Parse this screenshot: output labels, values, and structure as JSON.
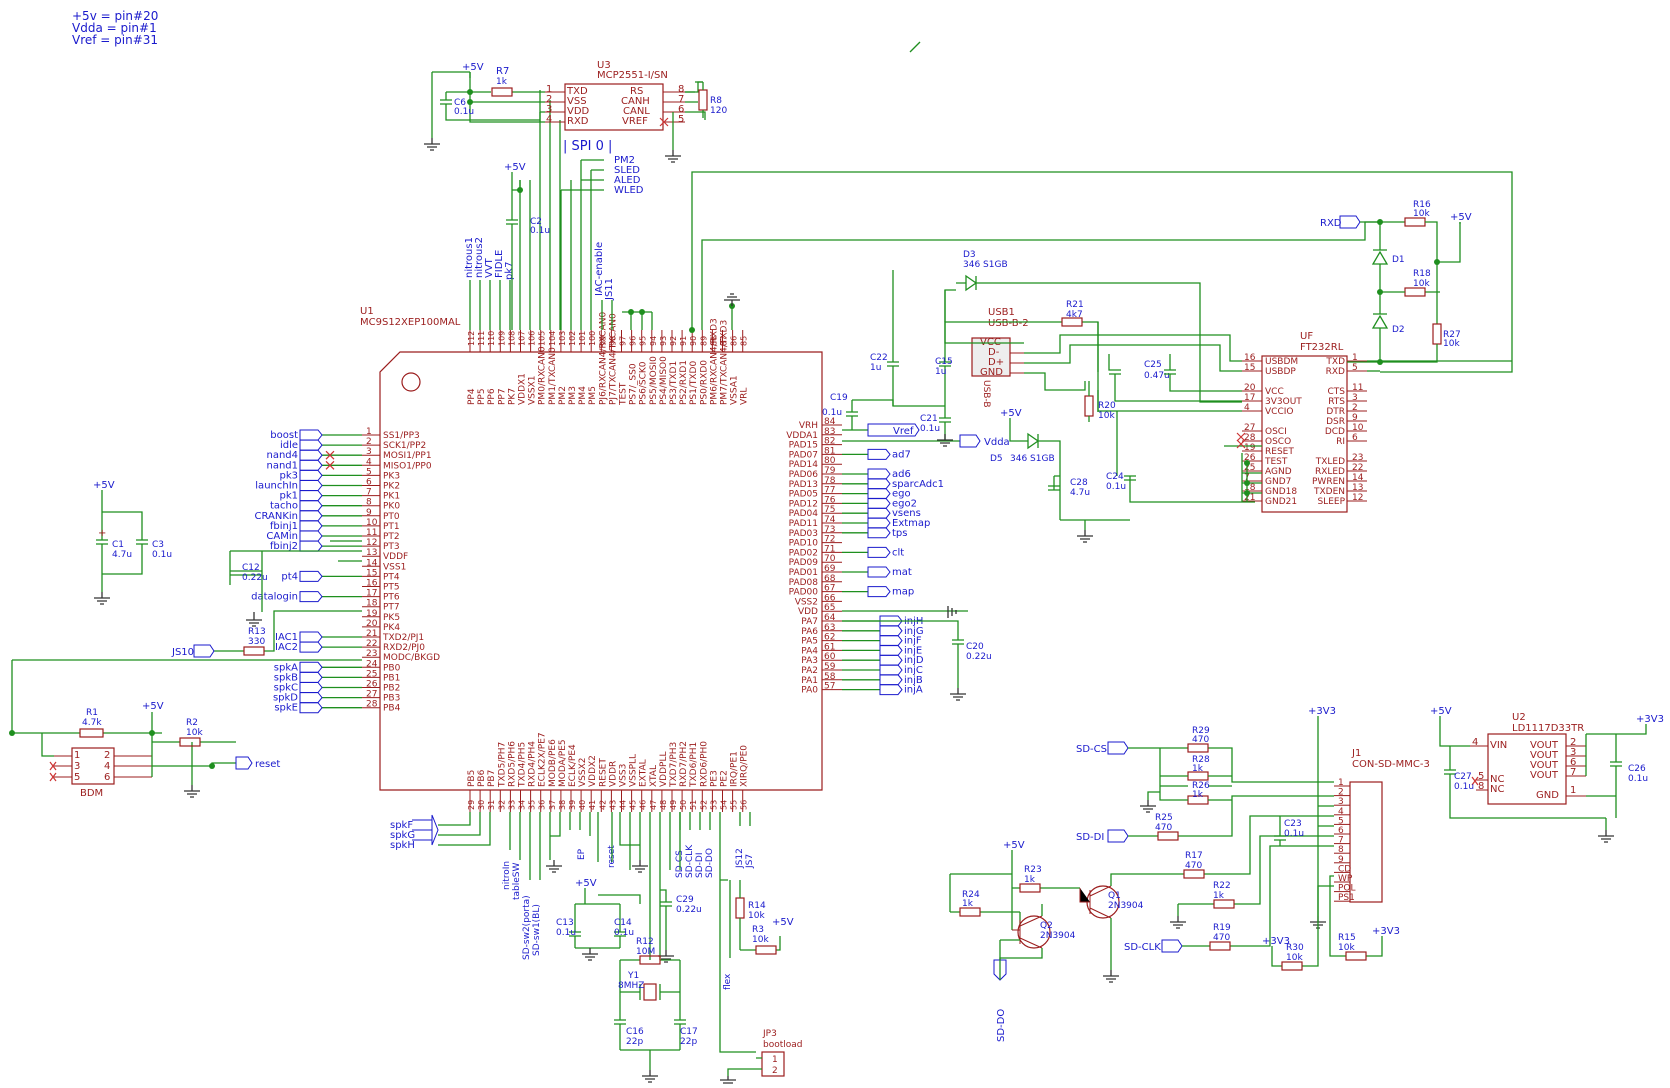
{
  "notes": [
    "+5v = pin#20",
    "Vdda = pin#1",
    "Vref = pin#31"
  ],
  "u1": {
    "ref": "U1",
    "value": "MC9S12XEP100MAL",
    "left_pins": [
      {
        "n": "1",
        "name": "SS1/PP3",
        "net": "boost"
      },
      {
        "n": "2",
        "name": "SCK1/PP2",
        "net": "idle"
      },
      {
        "n": "3",
        "name": "MOSI1/PP1",
        "net": "nand4"
      },
      {
        "n": "4",
        "name": "MISO1/PP0",
        "net": "nand1"
      },
      {
        "n": "5",
        "name": "PK3",
        "net": "pk3"
      },
      {
        "n": "6",
        "name": "PK2",
        "net": "launchIn"
      },
      {
        "n": "7",
        "name": "PK1",
        "net": "pk1"
      },
      {
        "n": "8",
        "name": "PK0",
        "net": "tacho"
      },
      {
        "n": "9",
        "name": "PT0",
        "net": "CRANKin"
      },
      {
        "n": "10",
        "name": "PT1",
        "net": "fbinj1"
      },
      {
        "n": "11",
        "name": "PT2",
        "net": "CAMin"
      },
      {
        "n": "12",
        "name": "PT3",
        "net": "fbinj2"
      },
      {
        "n": "13",
        "name": "VDDF",
        "net": ""
      },
      {
        "n": "14",
        "name": "VSS1",
        "net": ""
      },
      {
        "n": "15",
        "name": "PT4",
        "net": "pt4"
      },
      {
        "n": "16",
        "name": "PT5",
        "net": ""
      },
      {
        "n": "17",
        "name": "PT6",
        "net": "datalogin"
      },
      {
        "n": "18",
        "name": "PT7",
        "net": ""
      },
      {
        "n": "19",
        "name": "PK5",
        "net": ""
      },
      {
        "n": "20",
        "name": "PK4",
        "net": ""
      },
      {
        "n": "21",
        "name": "TXD2/PJ1",
        "net": "IAC1"
      },
      {
        "n": "22",
        "name": "RXD2/PJ0",
        "net": "IAC2"
      },
      {
        "n": "23",
        "name": "MODC/BKGD",
        "net": ""
      },
      {
        "n": "24",
        "name": "PB0",
        "net": "spkA"
      },
      {
        "n": "25",
        "name": "PB1",
        "net": "spkB"
      },
      {
        "n": "26",
        "name": "PB2",
        "net": "spkC"
      },
      {
        "n": "27",
        "name": "PB3",
        "net": "spkD"
      },
      {
        "n": "28",
        "name": "PB4",
        "net": "spkE"
      }
    ],
    "right_pins": [
      {
        "n": "84",
        "name": "VRH",
        "net": "Vref"
      },
      {
        "n": "83",
        "name": "VDDA1",
        "net": "Vdda"
      },
      {
        "n": "82",
        "name": "PAD15",
        "net": ""
      },
      {
        "n": "81",
        "name": "PAD07",
        "net": "ad7"
      },
      {
        "n": "80",
        "name": "PAD14",
        "net": ""
      },
      {
        "n": "79",
        "name": "PAD06",
        "net": "ad6"
      },
      {
        "n": "78",
        "name": "PAD13",
        "net": "sparcAdc1"
      },
      {
        "n": "77",
        "name": "PAD05",
        "net": "ego"
      },
      {
        "n": "76",
        "name": "PAD12",
        "net": "ego2"
      },
      {
        "n": "75",
        "name": "PAD04",
        "net": "vsens"
      },
      {
        "n": "74",
        "name": "PAD11",
        "net": "Extmap"
      },
      {
        "n": "73",
        "name": "PAD03",
        "net": "tps"
      },
      {
        "n": "72",
        "name": "PAD10",
        "net": ""
      },
      {
        "n": "71",
        "name": "PAD02",
        "net": "clt"
      },
      {
        "n": "70",
        "name": "PAD09",
        "net": ""
      },
      {
        "n": "69",
        "name": "PAD01",
        "net": "mat"
      },
      {
        "n": "68",
        "name": "PAD08",
        "net": ""
      },
      {
        "n": "67",
        "name": "PAD00",
        "net": "map"
      },
      {
        "n": "66",
        "name": "VSS2",
        "net": ""
      },
      {
        "n": "65",
        "name": "VDD",
        "net": ""
      },
      {
        "n": "64",
        "name": "PA7",
        "net": "injH"
      },
      {
        "n": "63",
        "name": "PA6",
        "net": "injG"
      },
      {
        "n": "62",
        "name": "PA5",
        "net": "injF"
      },
      {
        "n": "61",
        "name": "PA4",
        "net": "injE"
      },
      {
        "n": "60",
        "name": "PA3",
        "net": "injD"
      },
      {
        "n": "59",
        "name": "PA2",
        "net": "injC"
      },
      {
        "n": "58",
        "name": "PA1",
        "net": "injB"
      },
      {
        "n": "57",
        "name": "PA0",
        "net": "injA"
      }
    ],
    "top_pins": [
      {
        "n": "112",
        "name": "PP4"
      },
      {
        "n": "111",
        "name": "PP5"
      },
      {
        "n": "110",
        "name": "PP6"
      },
      {
        "n": "109",
        "name": "PP7"
      },
      {
        "n": "108",
        "name": "PK7"
      },
      {
        "n": "107",
        "name": "VDDX1"
      },
      {
        "n": "106",
        "name": "VSSX1"
      },
      {
        "n": "105",
        "name": "PM0/RXCAN0"
      },
      {
        "n": "104",
        "name": "PM1/TXCAN0"
      },
      {
        "n": "103",
        "name": "PM2"
      },
      {
        "n": "102",
        "name": "PM3"
      },
      {
        "n": "101",
        "name": "PM4"
      },
      {
        "n": "100",
        "name": "PM5"
      },
      {
        "n": "99",
        "name": "PJ6/RXCAN4/RXCAN0"
      },
      {
        "n": "98",
        "name": "PJ7/TXCAN4/TXCAN0"
      },
      {
        "n": "97",
        "name": "TEST"
      },
      {
        "n": "96",
        "name": "PS7/_SS0"
      },
      {
        "n": "95",
        "name": "PS6/SCK0"
      },
      {
        "n": "94",
        "name": "PS5/MOSI0"
      },
      {
        "n": "93",
        "name": "PS4/MISO0"
      },
      {
        "n": "92",
        "name": "PS3/TXD1"
      },
      {
        "n": "91",
        "name": "PS2/RXD1"
      },
      {
        "n": "90",
        "name": "PS1/TXD0"
      },
      {
        "n": "89",
        "name": "PS0/RXD0"
      },
      {
        "n": "88",
        "name": "PM6/RXCAN4/RXD3"
      },
      {
        "n": "87",
        "name": "PM7/TXCAN4/TXD3"
      },
      {
        "n": "86",
        "name": "VSSA1"
      },
      {
        "n": "85",
        "name": "VRL"
      }
    ],
    "bottom_pins": [
      {
        "n": "29",
        "name": "PB5"
      },
      {
        "n": "30",
        "name": "PB6"
      },
      {
        "n": "31",
        "name": "PB7"
      },
      {
        "n": "32",
        "name": "TXD5/PH7"
      },
      {
        "n": "33",
        "name": "RXD5/PH6"
      },
      {
        "n": "34",
        "name": "TXD4/PH5"
      },
      {
        "n": "35",
        "name": "RXD4/PH4"
      },
      {
        "n": "36",
        "name": "ECLK2X/PE7"
      },
      {
        "n": "37",
        "name": "MODB/PE6"
      },
      {
        "n": "38",
        "name": "MODA/PE5"
      },
      {
        "n": "39",
        "name": "ECLK/PE4"
      },
      {
        "n": "40",
        "name": "VSSX2"
      },
      {
        "n": "41",
        "name": "VDDX2"
      },
      {
        "n": "42",
        "name": "RESET"
      },
      {
        "n": "43",
        "name": "VDDR"
      },
      {
        "n": "44",
        "name": "VSS3"
      },
      {
        "n": "45",
        "name": "VSSPLL"
      },
      {
        "n": "46",
        "name": "EXTAL"
      },
      {
        "n": "47",
        "name": "XTAL"
      },
      {
        "n": "48",
        "name": "VDDPLL"
      },
      {
        "n": "49",
        "name": "TXD7/PH3"
      },
      {
        "n": "50",
        "name": "RXD7/PH2"
      },
      {
        "n": "51",
        "name": "TXD6/PH1"
      },
      {
        "n": "52",
        "name": "RXD6/PH0"
      },
      {
        "n": "53",
        "name": "PE3"
      },
      {
        "n": "54",
        "name": "PE2"
      },
      {
        "n": "55",
        "name": "IRQ/PE1"
      },
      {
        "n": "56",
        "name": "XIRQ/PE0"
      }
    ]
  },
  "top_nets": {
    "pp": [
      "nitrous1",
      "nitrous2",
      "VVT",
      "FIDLE",
      "pk7"
    ],
    "iac": [
      "IAC-enable",
      "JS11"
    ],
    "spi_title": "| SPI 0 |",
    "spi": [
      "PM2",
      "SLED",
      "ALED",
      "WLED"
    ]
  },
  "bottom_nets": {
    "spk": [
      "spkF",
      "spkG",
      "spkH"
    ],
    "ph": [
      "nitroIn",
      "tableSW",
      "SD-sw2(porta)",
      "SD-sw1(BL)"
    ],
    "pe": [
      "EP",
      "reset"
    ],
    "sd": [
      "SD-CS",
      "SD-CLK",
      "SD-DI",
      "SD-DO"
    ],
    "js": [
      "JS12",
      "JS7"
    ],
    "flex": "flex"
  },
  "u3": {
    "ref": "U3",
    "value": "MCP2551-I/SN",
    "left": [
      {
        "n": "1",
        "name": "TXD"
      },
      {
        "n": "2",
        "name": "VSS"
      },
      {
        "n": "3",
        "name": "VDD"
      },
      {
        "n": "4",
        "name": "RXD"
      }
    ],
    "right": [
      {
        "n": "8",
        "name": "RS"
      },
      {
        "n": "7",
        "name": "CANH"
      },
      {
        "n": "6",
        "name": "CANL"
      },
      {
        "n": "5",
        "name": "VREF"
      }
    ]
  },
  "uf": {
    "ref": "UF",
    "value": "FT232RL",
    "left": [
      {
        "n": "16",
        "name": "USBDM"
      },
      {
        "n": "15",
        "name": "USBDP"
      },
      {
        "n": "20",
        "name": "VCC"
      },
      {
        "n": "17",
        "name": "3V3OUT"
      },
      {
        "n": "4",
        "name": "VCCIO"
      },
      {
        "n": "27",
        "name": "OSCI"
      },
      {
        "n": "28",
        "name": "OSCO"
      },
      {
        "n": "19",
        "name": "RESET"
      },
      {
        "n": "26",
        "name": "TEST"
      },
      {
        "n": "25",
        "name": "AGND"
      },
      {
        "n": "7",
        "name": "GND7"
      },
      {
        "n": "18",
        "name": "GND18"
      },
      {
        "n": "21",
        "name": "GND21"
      }
    ],
    "right": [
      {
        "n": "1",
        "name": "TXD"
      },
      {
        "n": "5",
        "name": "RXD"
      },
      {
        "n": "11",
        "name": "CTS"
      },
      {
        "n": "3",
        "name": "RTS"
      },
      {
        "n": "2",
        "name": "DTR"
      },
      {
        "n": "9",
        "name": "DSR"
      },
      {
        "n": "10",
        "name": "DCD"
      },
      {
        "n": "6",
        "name": "RI"
      },
      {
        "n": "23",
        "name": "TXLED"
      },
      {
        "n": "22",
        "name": "RXLED"
      },
      {
        "n": "14",
        "name": "PWREN"
      },
      {
        "n": "13",
        "name": "TXDEN"
      },
      {
        "n": "12",
        "name": "SLEEP"
      }
    ]
  },
  "usb": {
    "ref": "USB1",
    "value": "USB-B-2",
    "pins": [
      "VCC",
      "D-",
      "D+",
      "GND"
    ],
    "side": "USB-B"
  },
  "u2": {
    "ref": "U2",
    "value": "LD1117D33TR",
    "left": [
      {
        "n": "4",
        "name": "VIN"
      },
      {
        "n": "5",
        "name": "NC"
      },
      {
        "n": "8",
        "name": "NC"
      }
    ],
    "right": [
      {
        "n": "2",
        "name": "VOUT"
      },
      {
        "n": "3",
        "name": "VOUT"
      },
      {
        "n": "6",
        "name": "VOUT"
      },
      {
        "n": "7",
        "name": "VOUT"
      },
      {
        "n": "1",
        "name": "GND"
      }
    ]
  },
  "j1": {
    "ref": "J1",
    "value": "CON-SD-MMC-3",
    "pins": [
      "1",
      "2",
      "3",
      "4",
      "5",
      "6",
      "7",
      "8",
      "9",
      "CD",
      "WP",
      "POL",
      "PS1"
    ]
  },
  "bdm": {
    "ref": "BDM",
    "pins": [
      "1",
      "2",
      "3",
      "4",
      "5",
      "6"
    ]
  },
  "jp3": {
    "ref": "JP3",
    "value": "bootload",
    "pins": [
      "1",
      "2"
    ]
  },
  "power": {
    "p5v": "+5V",
    "p3v3": "+3V3"
  },
  "net_labels": {
    "vref": "Vref",
    "vdda": "Vdda",
    "rxd": "RXD",
    "reset": "reset",
    "js10": "JS10",
    "sd_cs": "SD-CS",
    "sd_di": "SD-DI",
    "sd_clk": "SD-CLK",
    "sd_do": "SD-DO"
  },
  "components": {
    "r7": {
      "ref": "R7",
      "value": "1k"
    },
    "r8": {
      "ref": "R8",
      "value": "120"
    },
    "c6": {
      "ref": "C6",
      "value": "0.1u"
    },
    "c2": {
      "ref": "C2",
      "value": "0.1u"
    },
    "c1": {
      "ref": "C1",
      "value": "4.7u"
    },
    "c3": {
      "ref": "C3",
      "value": "0.1u"
    },
    "c12": {
      "ref": "C12",
      "value": "0.22u"
    },
    "r13": {
      "ref": "R13",
      "value": "330"
    },
    "r1": {
      "ref": "R1",
      "value": "4.7k"
    },
    "r2": {
      "ref": "R2",
      "value": "10k"
    },
    "c22": {
      "ref": "C22",
      "value": "1u"
    },
    "c15": {
      "ref": "C15",
      "value": "1u"
    },
    "c19": {
      "ref": "C19",
      "value": "0.1u"
    },
    "c21": {
      "ref": "C21",
      "value": "0.1u"
    },
    "d3": {
      "ref": "D3",
      "value": "346 S1GB"
    },
    "d5": {
      "ref": "D5",
      "value": "346 S1GB"
    },
    "r21": {
      "ref": "R21",
      "value": "4k7"
    },
    "r20": {
      "ref": "R20",
      "value": "10k"
    },
    "c25": {
      "ref": "C25",
      "value": "0.47u"
    },
    "c28": {
      "ref": "C28",
      "value": "4.7u"
    },
    "c24": {
      "ref": "C24",
      "value": "0.1u"
    },
    "r16": {
      "ref": "R16",
      "value": "10k"
    },
    "r18": {
      "ref": "R18",
      "value": "10k"
    },
    "r27": {
      "ref": "R27",
      "value": "10k"
    },
    "d1": {
      "ref": "D1",
      "value": ""
    },
    "d2": {
      "ref": "D2",
      "value": ""
    },
    "c20": {
      "ref": "C20",
      "value": "0.22u"
    },
    "c13": {
      "ref": "C13",
      "value": "0.1u"
    },
    "c14": {
      "ref": "C14",
      "value": "0.1u"
    },
    "c29": {
      "ref": "C29",
      "value": "0.22u"
    },
    "r12": {
      "ref": "R12",
      "value": "10M"
    },
    "y1": {
      "ref": "Y1",
      "value": "8MHZ"
    },
    "c16": {
      "ref": "C16",
      "value": "22p"
    },
    "c17": {
      "ref": "C17",
      "value": "22p"
    },
    "r14": {
      "ref": "R14",
      "value": "10k"
    },
    "r3": {
      "ref": "R3",
      "value": "10k"
    },
    "r29": {
      "ref": "R29",
      "value": "470"
    },
    "r28": {
      "ref": "R28",
      "value": "1k"
    },
    "r26": {
      "ref": "R26",
      "value": "1k"
    },
    "r25": {
      "ref": "R25",
      "value": "470"
    },
    "r17": {
      "ref": "R17",
      "value": "470"
    },
    "r22": {
      "ref": "R22",
      "value": "1k"
    },
    "r19": {
      "ref": "R19",
      "value": "470"
    },
    "c23": {
      "ref": "C23",
      "value": "0.1u"
    },
    "r30": {
      "ref": "R30",
      "value": "10k"
    },
    "r15": {
      "ref": "R15",
      "value": "10k"
    },
    "r23": {
      "ref": "R23",
      "value": "1k"
    },
    "r24": {
      "ref": "R24",
      "value": "1k"
    },
    "q1": {
      "ref": "Q1",
      "value": "2N3904"
    },
    "q2": {
      "ref": "Q2",
      "value": "2N3904"
    },
    "c27": {
      "ref": "C27",
      "value": "0.1u"
    },
    "c26": {
      "ref": "C26",
      "value": "0.1u"
    }
  }
}
